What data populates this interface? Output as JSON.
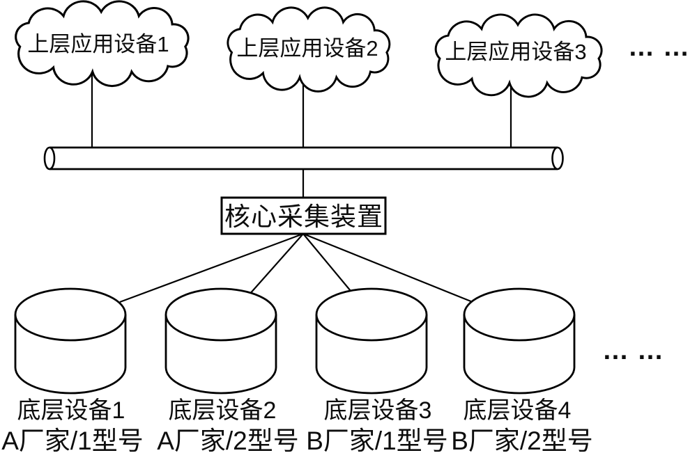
{
  "diagram": {
    "title_hint": "layered acquisition system diagram",
    "clouds": [
      {
        "label": "上层应用设备1"
      },
      {
        "label": "上层应用设备2"
      },
      {
        "label": "上层应用设备3"
      }
    ],
    "clouds_ellipsis": "……",
    "hub": {
      "label": "核心采集装置"
    },
    "devices": [
      {
        "name": "底层设备1",
        "vendor": "A厂家/1型号"
      },
      {
        "name": "底层设备2",
        "vendor": "A厂家/2型号"
      },
      {
        "name": "底层设备3",
        "vendor": "B厂家/1型号"
      },
      {
        "name": "底层设备4",
        "vendor": "B厂家/2型号"
      }
    ],
    "devices_ellipsis": "……",
    "colors": {
      "stroke": "#000000",
      "background": "#ffffff",
      "text": "#0d0d0d"
    }
  }
}
